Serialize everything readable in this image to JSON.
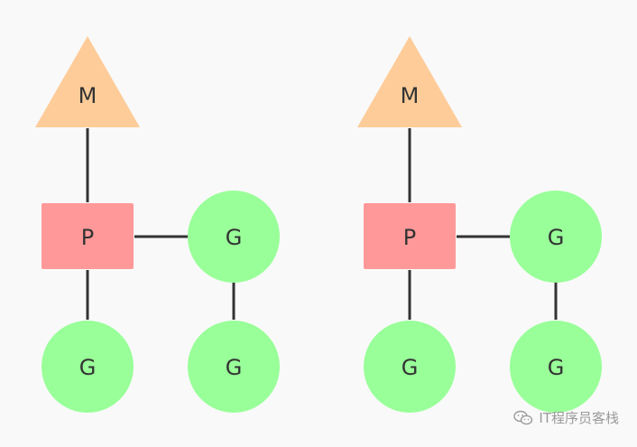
{
  "colors": {
    "background": "#f9f9f9",
    "machine": "#fecc99",
    "processor": "#ff9999",
    "goroutine": "#99ff99",
    "edge": "#333333",
    "text": "#333333",
    "watermark": "#9a9a9a"
  },
  "left_group": {
    "m_label": "M",
    "p_label": "P",
    "g_running_label": "G",
    "g_queued_label": "G",
    "g_queued2_label": "G"
  },
  "right_group": {
    "m_label": "M",
    "p_label": "P",
    "g_running_label": "G",
    "g_queued_label": "G",
    "g_queued2_label": "G"
  },
  "watermark": {
    "icon": "wechat-icon",
    "text": "IT程序员客栈"
  }
}
